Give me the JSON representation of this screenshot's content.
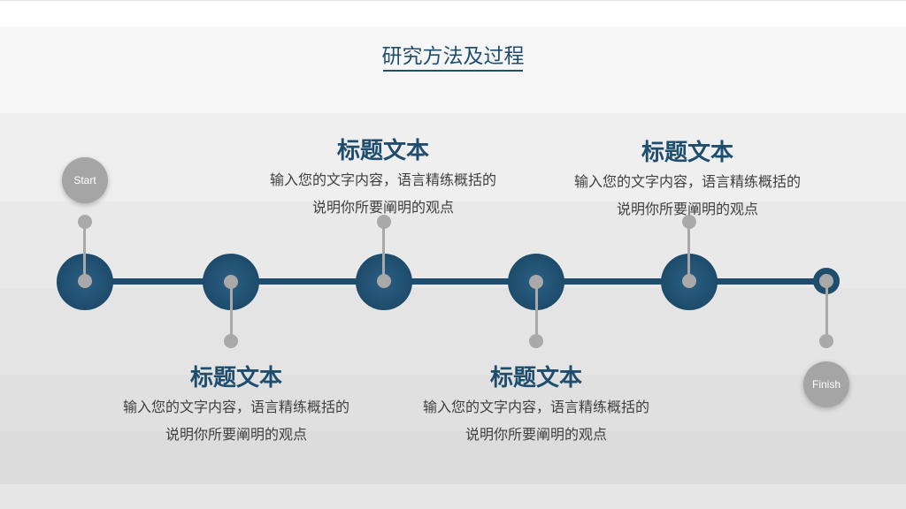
{
  "page": {
    "title": "研究方法及过程"
  },
  "timeline": {
    "start_label": "Start",
    "finish_label": "Finish",
    "steps": [
      {
        "title": "标题文本",
        "desc_line1": "输入您的文字内容，语言精练概括的",
        "desc_line2": "说明你所要阐明的观点"
      },
      {
        "title": "标题文本",
        "desc_line1": "输入您的文字内容，语言精练概括的",
        "desc_line2": "说明你所要阐明的观点"
      },
      {
        "title": "标题文本",
        "desc_line1": "输入您的文字内容，语言精练概括的",
        "desc_line2": "说明你所要阐明的观点"
      },
      {
        "title": "标题文本",
        "desc_line1": "输入您的文字内容，语言精练概括的",
        "desc_line2": "说明你所要阐明的观点"
      }
    ]
  },
  "colors": {
    "accent": "#1f4d6e",
    "connector": "#a9a9a9"
  }
}
